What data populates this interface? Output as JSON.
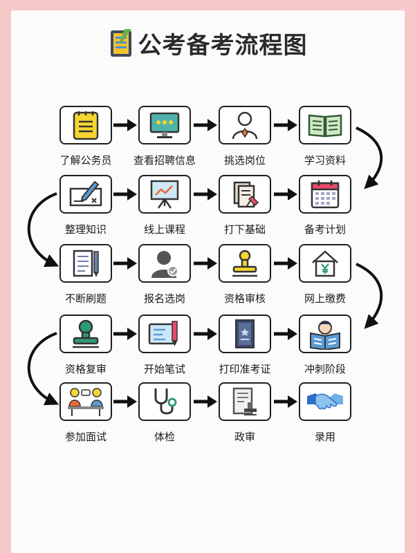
{
  "title": "公考备考流程图",
  "steps": [
    {
      "label": "了解公务员",
      "icon": "notepad-icon"
    },
    {
      "label": "查看招聘信息",
      "icon": "monitor-icon"
    },
    {
      "label": "挑选岗位",
      "icon": "person-icon"
    },
    {
      "label": "学习资料",
      "icon": "book-icon"
    },
    {
      "label": "整理知识",
      "icon": "check-writing-icon"
    },
    {
      "label": "线上课程",
      "icon": "presentation-board-icon"
    },
    {
      "label": "打下基础",
      "icon": "documents-pin-icon"
    },
    {
      "label": "备考计划",
      "icon": "calendar-icon"
    },
    {
      "label": "不断刷题",
      "icon": "notebook-pencil-icon"
    },
    {
      "label": "报名选岗",
      "icon": "user-check-icon"
    },
    {
      "label": "资格审核",
      "icon": "stamp-icon"
    },
    {
      "label": "网上缴费",
      "icon": "house-yen-icon"
    },
    {
      "label": "资格复审",
      "icon": "green-stamp-icon"
    },
    {
      "label": "开始笔试",
      "icon": "card-pen-icon"
    },
    {
      "label": "打印准考证",
      "icon": "admission-card-icon"
    },
    {
      "label": "冲刺阶段",
      "icon": "student-reading-icon"
    },
    {
      "label": "参加面试",
      "icon": "interview-icon"
    },
    {
      "label": "体检",
      "icon": "stethoscope-icon"
    },
    {
      "label": "政审",
      "icon": "document-stamp-icon"
    },
    {
      "label": "录用",
      "icon": "handshake-icon"
    }
  ],
  "colors": {
    "page_background": "#f7c8c8",
    "card_background": "#fbfbfb",
    "border": "#1e1e1e",
    "accent_yellow": "#f5d631",
    "accent_blue": "#5b9bd5",
    "accent_green": "#2e9a72"
  }
}
